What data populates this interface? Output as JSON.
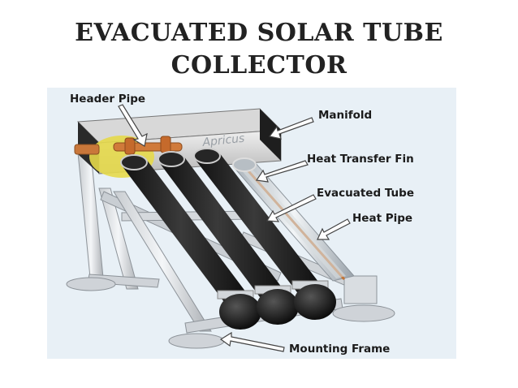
{
  "slide": {
    "title_line1": "EVACUATED SOLAR TUBE",
    "title_line2": "COLLECTOR"
  },
  "diagram": {
    "manifold_brand": "Apricus",
    "labels": {
      "header_pipe": "Header Pipe",
      "manifold": "Manifold",
      "heat_transfer_fin": "Heat Transfer Fin",
      "evacuated_tube": "Evacuated Tube",
      "heat_pipe": "Heat Pipe",
      "mounting_frame": "Mounting Frame"
    }
  }
}
